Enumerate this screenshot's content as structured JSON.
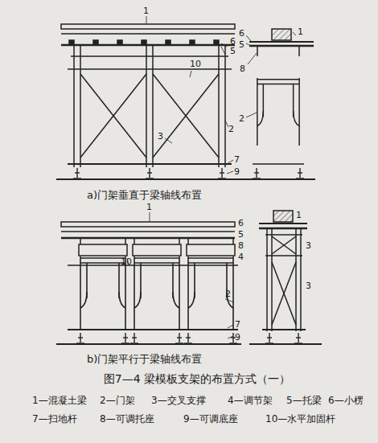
{
  "diagram": {
    "caption": "图7—4 梁模板支架的布置方式（一）",
    "labels": [
      "1",
      "6",
      "5",
      "10",
      "2",
      "3",
      "7",
      "9",
      "1",
      "6",
      "5",
      "8",
      "2",
      "a)门架垂直于梁轴线布置",
      "1",
      "6",
      "5",
      "8",
      "4",
      "10",
      "2",
      "7",
      "9",
      "1",
      "3",
      "3",
      "b)门架平行于梁轴线布置",
      "1—混凝土梁",
      "2—门架",
      "3—交叉支撑",
      "4—调节架",
      "5—托梁",
      "6—小楞",
      "7—扫地杆",
      "8—可调托座",
      "9—可调底座",
      "10—水平加固杆"
    ]
  }
}
